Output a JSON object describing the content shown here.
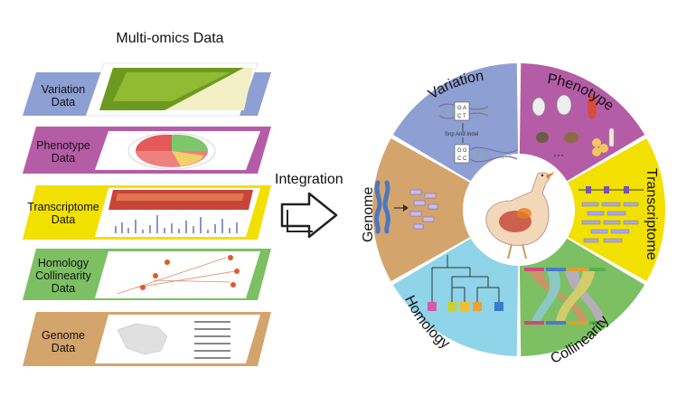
{
  "title": "Multi-omics Data",
  "integration_label": "Integration",
  "layers": [
    {
      "label": "Variation\nData",
      "color": "#8d9fd3"
    },
    {
      "label": "Phenotype\nData",
      "color": "#b55ca7"
    },
    {
      "label": "Transcriptome\nData",
      "color": "#f2e000"
    },
    {
      "label": "Homology\nCollinearity\nData",
      "color": "#7cc063"
    },
    {
      "label": "Genome\nData",
      "color": "#d4a46d"
    }
  ],
  "wheel": {
    "segments": [
      {
        "label": "Variation",
        "color": "#8d9fd3"
      },
      {
        "label": "Phenotype",
        "color": "#b55ca7"
      },
      {
        "label": "Transcriptome",
        "color": "#f2e000"
      },
      {
        "label": "Collinearity",
        "color": "#7cc063"
      },
      {
        "label": "Homology",
        "color": "#8fd4e8"
      },
      {
        "label": "Genome",
        "color": "#d4a46d"
      }
    ],
    "variation_text": {
      "a1": "G",
      "a2": "A",
      "b1": "C",
      "b2": "T",
      "snp": "Snp And Indel",
      "c1": "G",
      "c2": "G",
      "d1": "C",
      "d2": "C"
    }
  }
}
